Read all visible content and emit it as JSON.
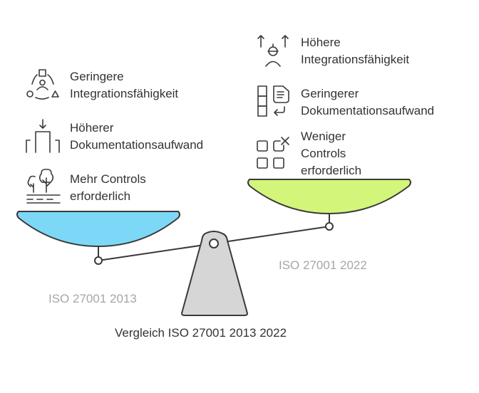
{
  "title": "Vergleich ISO 27001 2013 2022",
  "left": {
    "label": "ISO 27001 2013",
    "color": "#7dd8f8",
    "items": [
      {
        "icon": "integration-circle-icon",
        "line1": "Geringere",
        "line2": "Integrationsfähigkeit"
      },
      {
        "icon": "stack-arrow-down-icon",
        "line1": "Höherer",
        "line2": "Dokumentationsaufwand"
      },
      {
        "icon": "trees-icon",
        "line1": "Mehr Controls",
        "line2": "erforderlich"
      }
    ]
  },
  "right": {
    "label": "ISO 27001 2022",
    "color": "#d3f57a",
    "items": [
      {
        "icon": "worker-arrows-up-icon",
        "line1": "Höhere",
        "line2": "Integrationsfähigkeit"
      },
      {
        "icon": "document-blocks-icon",
        "line1": "Geringerer",
        "line2": "Dokumentationsaufwand"
      },
      {
        "icon": "grid-remove-icon",
        "line1": "Weniger",
        "line2": "Controls",
        "line3": "erforderlich"
      }
    ]
  }
}
